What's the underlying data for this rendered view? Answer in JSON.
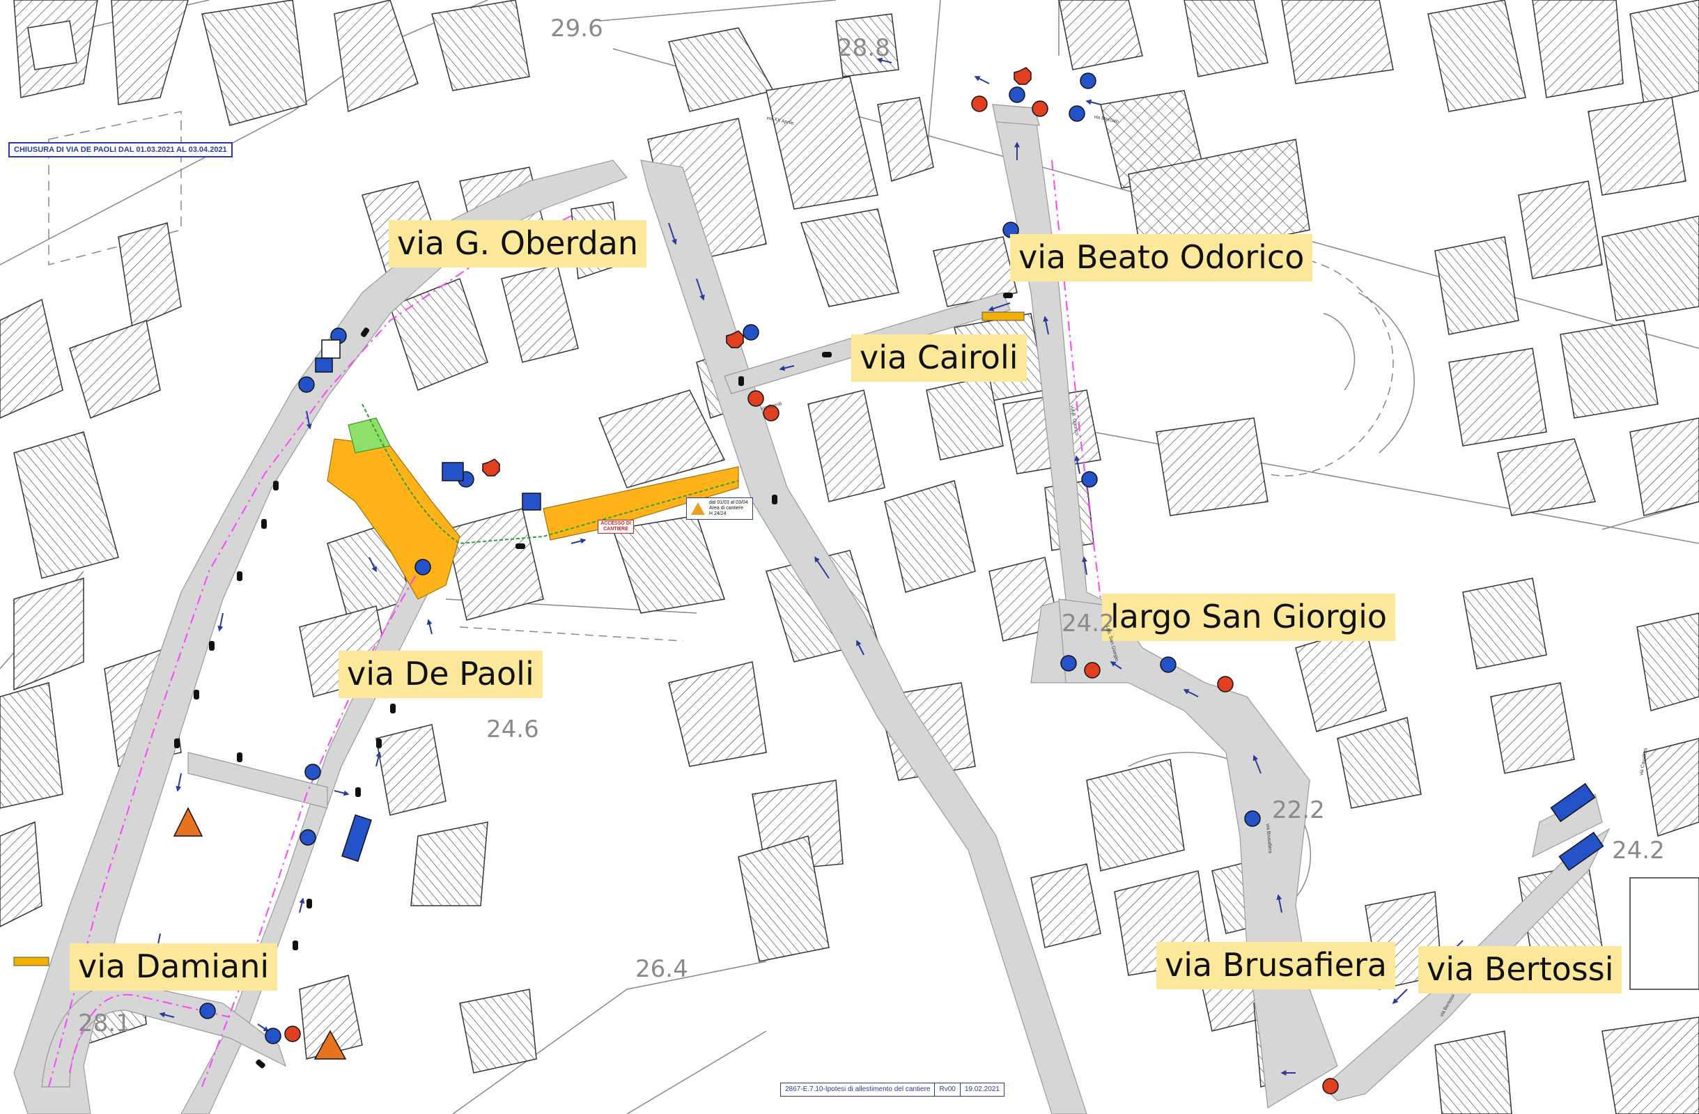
{
  "map": {
    "title": "CHIUSURA DI VIA DE PAOLI DAL 01.03.2021 AL 03.04.2021",
    "streets": [
      {
        "id": "oberdan",
        "label": "via G. Oberdan"
      },
      {
        "id": "beato-odorico",
        "label": "via Beato Odorico"
      },
      {
        "id": "cairoli",
        "label": "via Cairoli"
      },
      {
        "id": "de-paoli",
        "label": "via De Paoli"
      },
      {
        "id": "san-giorgio",
        "label": "largo San Giorgio"
      },
      {
        "id": "damiani",
        "label": "via Damiani"
      },
      {
        "id": "brusafiera",
        "label": "via Brusafiera"
      },
      {
        "id": "bertossi",
        "label": "via Bertossi"
      }
    ],
    "elevations": [
      "29.6",
      "28.8",
      "24.6",
      "24.2",
      "22.2",
      "24.2",
      "26.4",
      "28.1"
    ],
    "worksite": {
      "access_label": "ACCESSO DI CANTIERE",
      "notice": [
        "dal 01/03 al 03/04",
        "Area di cantiere",
        "H 24/24"
      ]
    },
    "small_labels": [
      "via XX Aprile",
      "via Cairoli",
      "via B. Odorico",
      "Lgo. San Giorgio",
      "via Brusafiera",
      "via Bertossi",
      "via Cavallotti",
      "via Mercato"
    ],
    "footer": {
      "code": "2867-E.7.10-Ipotesi di allestimento del cantiere",
      "revision": "Rv00",
      "date": "19.02.2021"
    },
    "colors": {
      "road_fill": "#d6d6d6",
      "worksite": "#ffb319",
      "green_area": "#8ee06a",
      "sign_blue": "#2352c9",
      "sign_red": "#e04020",
      "label_bg": "#fbe89a",
      "route_line": "#ff44ff"
    }
  }
}
